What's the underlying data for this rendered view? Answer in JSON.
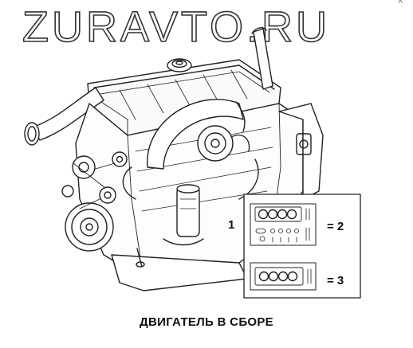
{
  "watermark": {
    "text": "ZURAVTO.RU"
  },
  "corner_mark": "^",
  "callouts": {
    "assembly": "1",
    "gasket_set_upper": "= 2",
    "gasket_set_lower": "= 3"
  },
  "caption": "ДВИГАТЕЛЬ В СБОРЕ",
  "icons": [
    "engine-assembly-icon",
    "gasket-kit-icon",
    "head-gasket-kit-icon"
  ],
  "colors": {
    "line": "#222222",
    "background": "#ffffff"
  }
}
